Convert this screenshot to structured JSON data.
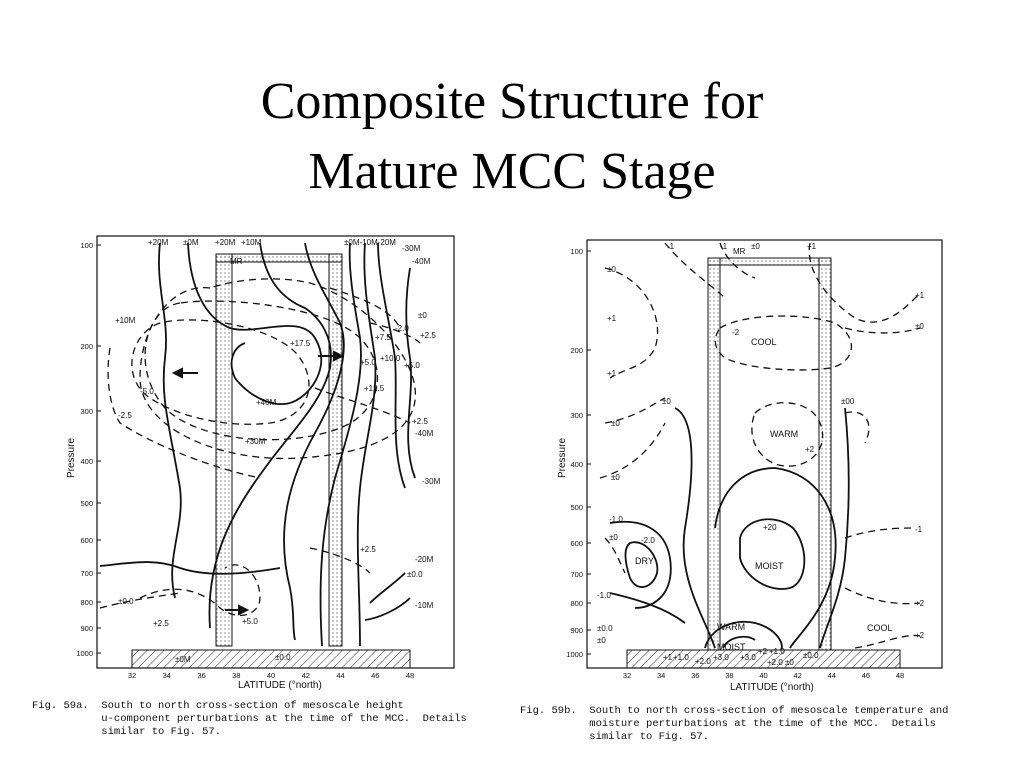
{
  "slide": {
    "title_line1": "Composite Structure for",
    "title_line2": "Mature MCC Stage"
  },
  "figure_a": {
    "y_axis_label": "Pressure",
    "x_axis_label": "LATITUDE (°north)",
    "pressure_ticks": [
      "100",
      "200",
      "300",
      "400",
      "500",
      "600",
      "700",
      "800",
      "900",
      "1000"
    ],
    "latitude_ticks": [
      "32",
      "34",
      "36",
      "38",
      "40",
      "42",
      "44",
      "46",
      "48"
    ],
    "mr_label": "MR",
    "height_labels": [
      "+20M",
      "±0M",
      "+20M",
      "+10M",
      "±0M-10M-20M",
      "-30M",
      "-40M",
      "+10M",
      "+40M",
      "+30M",
      "-40M",
      "-30M",
      "-20M",
      "-10M",
      "±0M",
      "±0.0"
    ],
    "wind_labels": [
      "±0",
      "+2.5",
      "+7.5",
      "-2.0",
      "+5.0",
      "+10.0",
      "+5.0",
      "+12.5",
      "+17.5",
      "-5.0",
      "-2.5",
      "+2.5",
      "+2.5",
      "±0.0",
      "±0.0",
      "+2.5",
      "+5.0"
    ],
    "caption": "Fig. 59a.  South to north cross-section of mesoscale height\n           u-component perturbations at the time of the MCC.  Details\n           similar to Fig. 57."
  },
  "figure_b": {
    "y_axis_label": "Pressure",
    "x_axis_label": "LATITUDE (°north)",
    "pressure_ticks": [
      "100",
      "200",
      "300",
      "400",
      "500",
      "600",
      "700",
      "800",
      "900",
      "1000"
    ],
    "latitude_ticks": [
      "32",
      "34",
      "36",
      "38",
      "40",
      "42",
      "44",
      "46",
      "48"
    ],
    "mr_label": "MR",
    "region_labels": [
      "COOL",
      "WARM",
      "DRY",
      "MOIST",
      "WARM",
      "MOIST",
      "COOL"
    ],
    "contour_labels": [
      "-1",
      "-1",
      "±0",
      "+1",
      "±0",
      "+1",
      "±0",
      "+1",
      "+1",
      "-2",
      "±0",
      "±00",
      "±0",
      "+2",
      "±0",
      "-1.0",
      "+20",
      "-2.0",
      "±0",
      "-1",
      "-1.0",
      "+2",
      "±0.0",
      "±0",
      "+2",
      "+1",
      "+1.0",
      "+2.0",
      "+3.0",
      "+3.0",
      "+2",
      "+1.0",
      "±0.0",
      "+2.0",
      "±0"
    ],
    "caption": "Fig. 59b.  South to north cross-section of mesoscale temperature and\n           moisture perturbations at the time of the MCC.  Details\n           similar to Fig. 57."
  }
}
